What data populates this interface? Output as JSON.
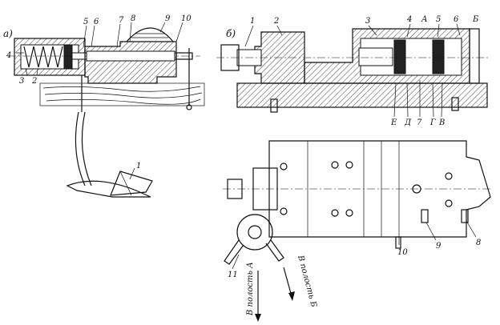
{
  "panel_labels": {
    "a": "а)",
    "b": "б)"
  },
  "view_a": {
    "labels": [
      "1",
      "2",
      "3",
      "4",
      "5",
      "6",
      "7",
      "8",
      "9",
      "10"
    ]
  },
  "view_b_section": {
    "labels": [
      "1",
      "2",
      "3",
      "4",
      "А",
      "5",
      "6",
      "Б",
      "Е",
      "Д",
      "7",
      "Г",
      "В"
    ]
  },
  "view_b_plan": {
    "labels": [
      "8",
      "9",
      "10",
      "11"
    ],
    "arrow_a": "В полость А",
    "arrow_b": "В полость Б"
  },
  "colors": {
    "ink": "#111111",
    "paper": "#ffffff"
  }
}
